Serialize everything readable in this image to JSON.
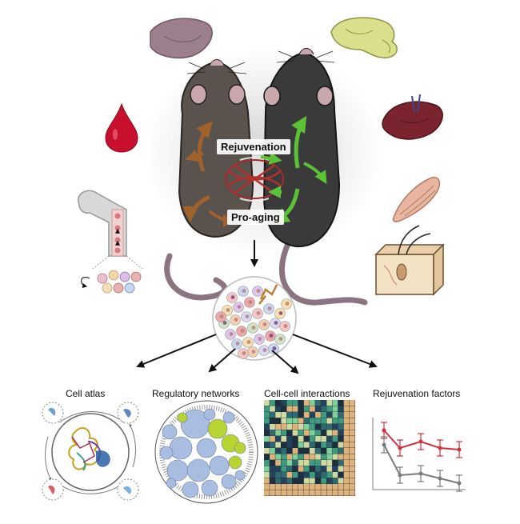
{
  "parabiosis": {
    "label_top": "Rejuvenation",
    "label_bottom": "Pro-aging"
  },
  "panels": [
    {
      "label": "Cell atlas"
    },
    {
      "label": "Regulatory networks"
    },
    {
      "label": "Cell-cell interactions"
    },
    {
      "label": "Rejuvenation factors"
    }
  ],
  "tissue_icons": [
    "spleen-icon",
    "brain-icon",
    "blood-drop-icon",
    "liver-icon",
    "bone-marrow-icon",
    "muscle-icon",
    "skin-icon"
  ],
  "colors": {
    "old_mouse": "#3a3a3a",
    "young_mouse": "#5a524d",
    "rejuvenation_arrow": "#5bc236",
    "proaging_arrow": "#a0622d",
    "young_line": "#d2323c",
    "old_line": "#7a7a7a",
    "network_green": "#b8d432",
    "network_blue": "#a9bde0"
  }
}
